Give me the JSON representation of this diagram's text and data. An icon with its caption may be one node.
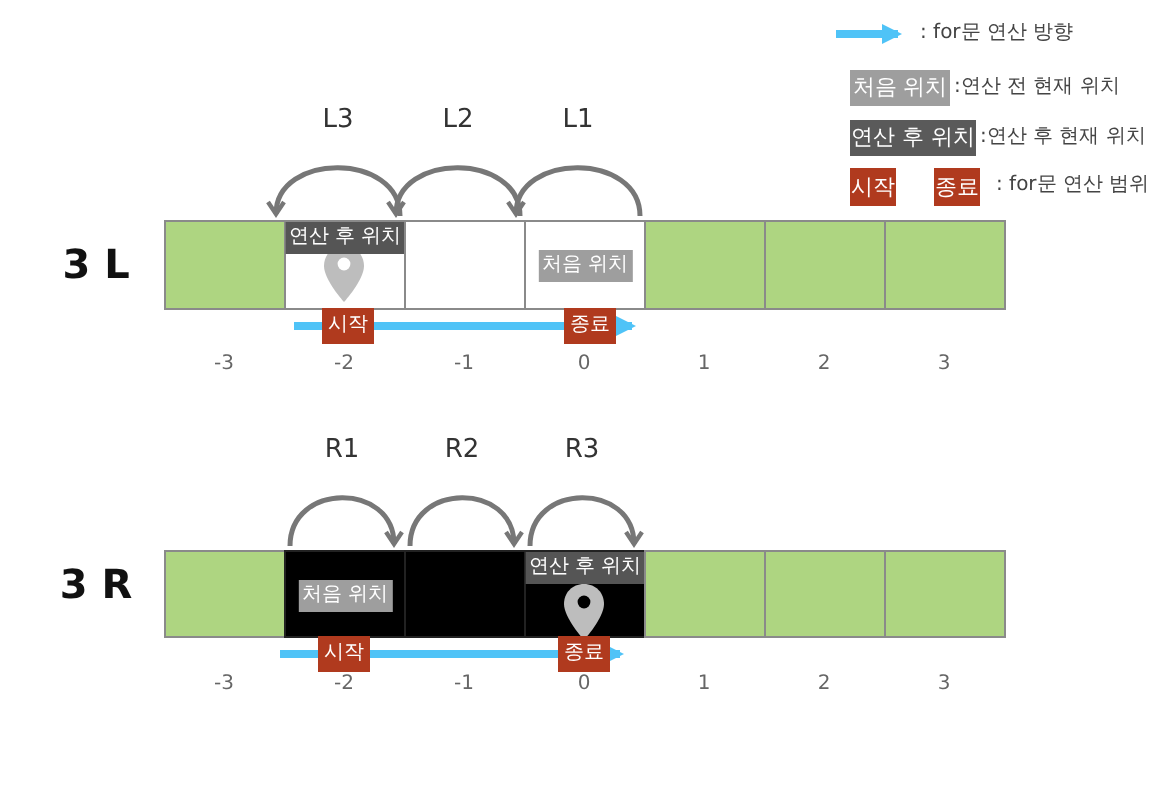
{
  "diagram": {
    "nodes": [
      {
        "text": [],
        "shape": "box"
      },
      {
        "text": [],
        "shape": "box"
      },
      {
        "text": [],
        "shape": "box"
      },
      {
        "text": [],
        "shape": "box"
      },
      {
        "text": [],
        "shape": "box"
      },
      {
        "text": [],
        "shape": "box"
      },
      {
        "text": [],
        "shape": "box"
      },
      {
        "text": [
          "연산 후 위치"
        ],
        "in": 1
      },
      {
        "text": [
          "처음 위치"
        ],
        "in": 3
      },
      {
        "text": [],
        "shape": "box"
      },
      {
        "text": [],
        "shape": "box"
      },
      {
        "text": [],
        "shape": "box"
      },
      {
        "text": [],
        "shape": "box"
      },
      {
        "text": [],
        "shape": "box"
      },
      {
        "text": [],
        "shape": "box"
      },
      {
        "text": [],
        "shape": "box"
      },
      {
        "text": [
          "처음 위치"
        ],
        "in": 10
      },
      {
        "text": [
          "연산 후 위치"
        ],
        "in": 12
      }
    ],
    "edges": [
      {
        "from": 1,
        "to": 0,
        "arrow": "to",
        "label": "L3"
      },
      {
        "from": 2,
        "to": 1,
        "arrow": "to",
        "label": "L2"
      },
      {
        "from": 3,
        "to": 2,
        "arrow": "to",
        "label": "L1"
      },
      {
        "from": 10,
        "to": 11,
        "arrow": "to",
        "label": "R1"
      },
      {
        "from": 11,
        "to": 12,
        "arrow": "to",
        "label": "R2"
      },
      {
        "from": 12,
        "to": 13,
        "arrow": "to",
        "label": "R3"
      }
    ],
    "labels": [
      "처음 위치",
      "연산 후 위치",
      "시작",
      "종료",
      "3 L",
      "시작",
      "종료",
      "-3",
      "-2",
      "-1",
      "0",
      "1",
      "2",
      "3",
      "3 R",
      "시작",
      "종료",
      "-3",
      "-2",
      "-1",
      "0",
      "1",
      "2",
      "3"
    ],
    "legend": [
      {
        "text": ": for문 연산 방향"
      },
      {
        "text": ":연산 전 현재 위치",
        "color": "#9e9e9e"
      },
      {
        "text": ":연산 후 현재 위치",
        "color": "#5a5a5a"
      },
      {
        "text": ": for문 연산 범위",
        "color": "#b03a1e"
      }
    ]
  }
}
